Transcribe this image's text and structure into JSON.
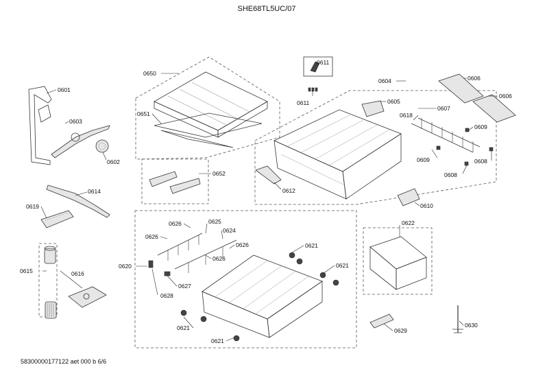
{
  "title": "SHE68TL5UC/07",
  "footer": "58300000177122 aet 000 b 6/6",
  "labels": {
    "l0601": "0601",
    "l0603": "0603",
    "l0602": "0602",
    "l0614": "0614",
    "l0619": "0619",
    "l0615": "0615",
    "l0616": "0616",
    "l0650": "0650",
    "l0651": "0651",
    "l0652": "0652",
    "l0611a": "0611",
    "l0611b": "0611",
    "l0604": "0604",
    "l0605": "0605",
    "l0606a": "0606",
    "l0606b": "0606",
    "l0618": "0618",
    "l0607": "0607",
    "l0609a": "0609",
    "l0609b": "0609",
    "l0608a": "0608",
    "l0608b": "0608",
    "l0612": "0612",
    "l0610": "0610",
    "l0620": "0620",
    "l0626a": "0626",
    "l0625": "0625",
    "l0626b": "0626",
    "l0624": "0624",
    "l0626c": "0626",
    "l0626d": "0626",
    "l0627": "0627",
    "l0628": "0628",
    "l0621a": "0621",
    "l0621b": "0621",
    "l0621c": "0621",
    "l0621d": "0621",
    "l0622": "0622",
    "l0629": "0629",
    "l0630": "0630"
  }
}
